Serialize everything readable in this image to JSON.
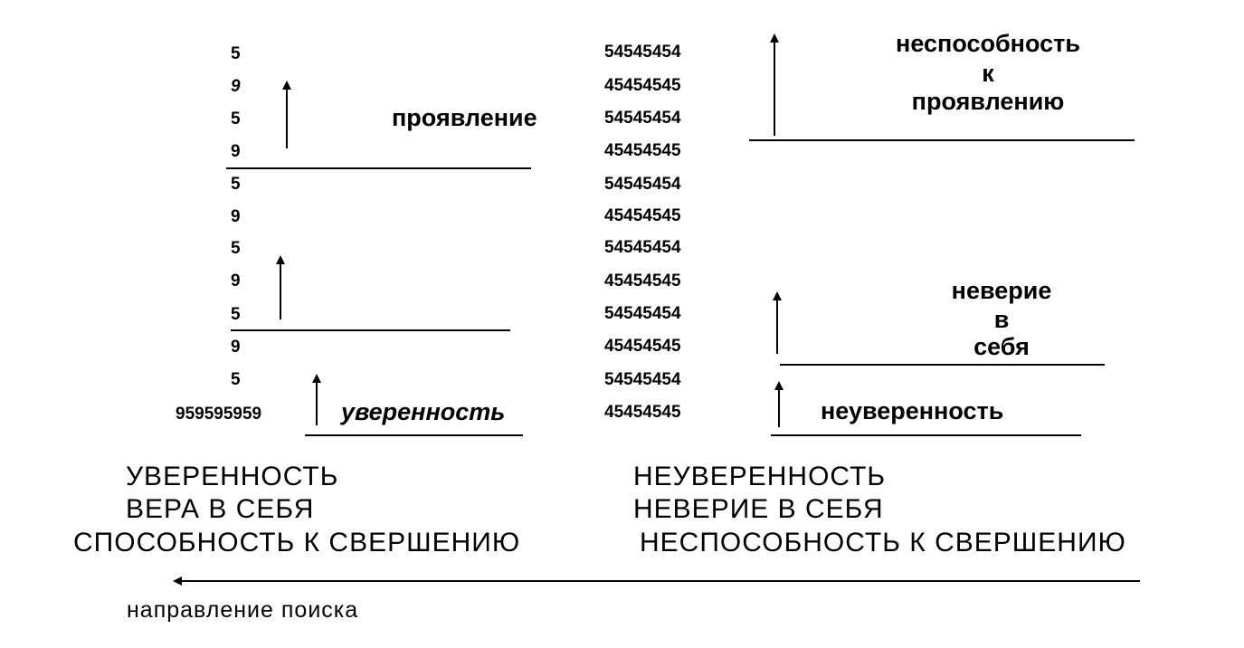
{
  "left_column": {
    "values": [
      "5",
      "9",
      "5",
      "9",
      "5",
      "9",
      "5",
      "9",
      "5",
      "9",
      "5"
    ],
    "last_value": "959595959"
  },
  "middle_column": {
    "values": [
      "54545454",
      "45454545",
      "54545454",
      "45454545",
      "54545454",
      "45454545",
      "54545454",
      "45454545",
      "54545454",
      "45454545",
      "54545454",
      "45454545"
    ]
  },
  "labels": {
    "manifestation": "проявление",
    "confidence": "уверенность",
    "lack_of_confidence": "неуверенность",
    "inability_line1": "неспособность",
    "inability_line2": "к",
    "inability_line3": "проявлению",
    "disbelief_line1": "неверие",
    "disbelief_line2": "в",
    "disbelief_line3": "себя"
  },
  "summary": {
    "left": [
      "УВЕРЕННОСТЬ",
      "ВЕРА В СЕБЯ",
      "СПОСОБНОСТЬ К СВЕРШЕНИЮ"
    ],
    "right": [
      "НЕУВЕРЕННОСТЬ",
      "НЕВЕРИЕ В СЕБЯ",
      "НЕСПОСОБНОСТЬ К СВЕРШЕНИЮ"
    ]
  },
  "search_direction": "направление поиска"
}
